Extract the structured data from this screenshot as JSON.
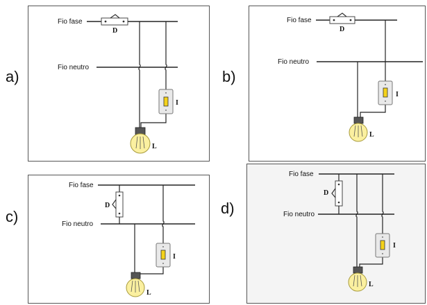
{
  "labels": {
    "phase": "Fio fase",
    "neutral": "Fio neutro",
    "breaker": "D",
    "switch": "I",
    "lamp": "L"
  },
  "panels": [
    {
      "letter": "a)"
    },
    {
      "letter": "b)"
    },
    {
      "letter": "c)"
    },
    {
      "letter": "d)"
    }
  ],
  "colors": {
    "wire": "#222222",
    "switch_plate": "#e9e9e9",
    "switch_key": "#f4d21a",
    "bulb_glass": "#fbf0a0"
  }
}
